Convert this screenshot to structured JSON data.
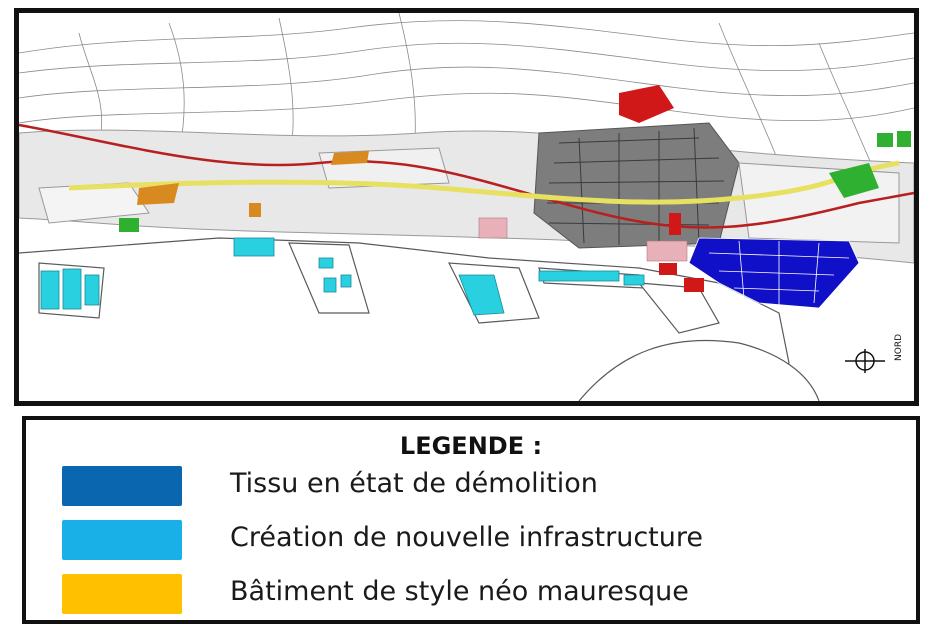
{
  "legend": {
    "title": "LEGENDE :",
    "items": [
      {
        "label": "Tissu en état de démolition",
        "color": "#0b66b0"
      },
      {
        "label": "Création de nouvelle infrastructure",
        "color": "#18b0e6"
      },
      {
        "label": "Bâtiment de style néo mauresque",
        "color": "#ffc000"
      }
    ]
  },
  "map": {
    "north_label": "NORD",
    "colors": {
      "demolition": "#1010c8",
      "infrastructure": "#28d0e0",
      "neo_moorish": "#d88a20",
      "red_buildings": "#d01818",
      "green_spaces": "#30b030",
      "pink_blocks": "#e8b0b8",
      "main_road": "#b82020",
      "boulevard": "#e8e060"
    }
  }
}
